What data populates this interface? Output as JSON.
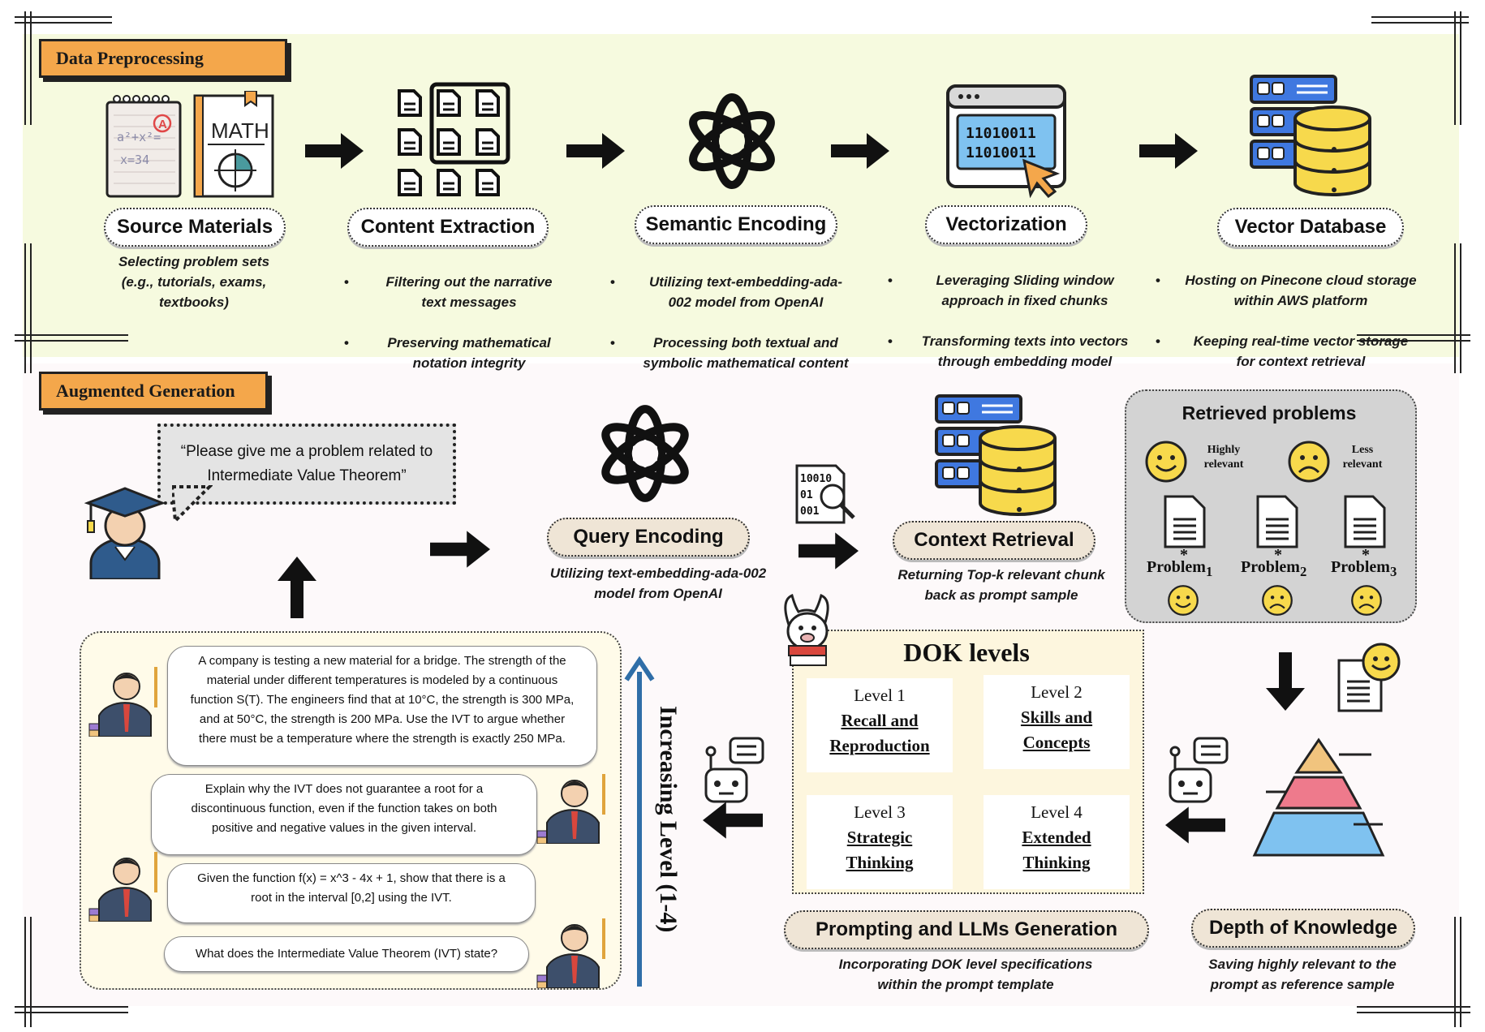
{
  "sections": {
    "preprocessing": "Data Preprocessing",
    "generation": "Augmented Generation"
  },
  "stages": [
    {
      "title": "Source Materials",
      "desc": "Selecting problem sets\n(e.g., tutorials, exams,\ntextbooks)"
    },
    {
      "title": "Content Extraction",
      "bullets": [
        "Filtering out the narrative\ntext messages",
        "Preserving mathematical\nnotation integrity"
      ]
    },
    {
      "title": "Semantic Encoding",
      "bullets": [
        "Utilizing text-embedding-ada-\n002 model from OpenAI",
        "Processing both textual and\nsymbolic mathematical content"
      ]
    },
    {
      "title": "Vectorization",
      "bullets": [
        "Leveraging Sliding window\napproach in fixed chunks",
        "Transforming texts into vectors\nthrough embedding model"
      ]
    },
    {
      "title": "Vector Database",
      "bullets": [
        "Hosting on Pinecone cloud storage\nwithin AWS platform",
        "Keeping real-time vector storage\nfor context retrieval"
      ]
    }
  ],
  "icons": {
    "math_label": "MATH",
    "binary": [
      "11010011",
      "11010011"
    ],
    "mini_binary": [
      "10010",
      "01",
      "001"
    ],
    "grade": "A",
    "notebook_lines": [
      "a²+x²=",
      "x=34"
    ]
  },
  "query": "“Please give me a problem related to\nIntermediate Value Theorem”",
  "query_encoding": {
    "title": "Query Encoding",
    "desc": "Utilizing text-embedding-ada-002\nmodel from OpenAI"
  },
  "context_retrieval": {
    "title": "Context Retrieval",
    "desc": "Returning Top-k relevant chunk\nback as prompt sample"
  },
  "retrieved": {
    "title": "Retrieved problems",
    "highly": "Highly\nrelevant",
    "less": "Less\nrelevant",
    "problems": [
      "Problem",
      "Problem",
      "Problem"
    ],
    "subscripts": [
      "1",
      "2",
      "3"
    ],
    "star": "*"
  },
  "dok": {
    "title": "DOK levels",
    "levels": [
      {
        "level": "Level 1",
        "name": "Recall and\nReproduction"
      },
      {
        "level": "Level 2",
        "name": "Skills and\nConcepts"
      },
      {
        "level": "Level 3",
        "name": "Strategic\nThinking"
      },
      {
        "level": "Level 4",
        "name": "Extended\nThinking"
      }
    ]
  },
  "prompting": {
    "title": "Prompting and LLMs Generation",
    "desc": "Incorporating DOK level specifications\nwithin the prompt template"
  },
  "depth": {
    "title": "Depth of Knowledge",
    "desc": "Saving highly relevant to the\nprompt as reference sample"
  },
  "increasing": "Increasing Level (1-4)",
  "questions": [
    "A company is testing a new material for a bridge. The strength of the\nmaterial under different temperatures is modeled by a continuous\nfunction S(T). The engineers find that at 10°C, the strength is 300 MPa,\nand at 50°C, the strength is 200 MPa. Use the IVT to argue whether\nthere must be a temperature where the strength is exactly 250 MPa.",
    "Explain why the IVT does not guarantee a root for a\ndiscontinuous function, even if the function takes on both\npositive and negative values in the given interval.",
    "Given the function f(x) = x^3 - 4x + 1, show that there is a\nroot in the interval [0,2] using the IVT.",
    "What does the Intermediate Value Theorem (IVT) state?"
  ],
  "colors": {
    "accent_orange": "#f4a74b",
    "db_blue": "#3f78e0",
    "db_yellow": "#f7d94c",
    "arrow_blue": "#2f6ea8"
  }
}
